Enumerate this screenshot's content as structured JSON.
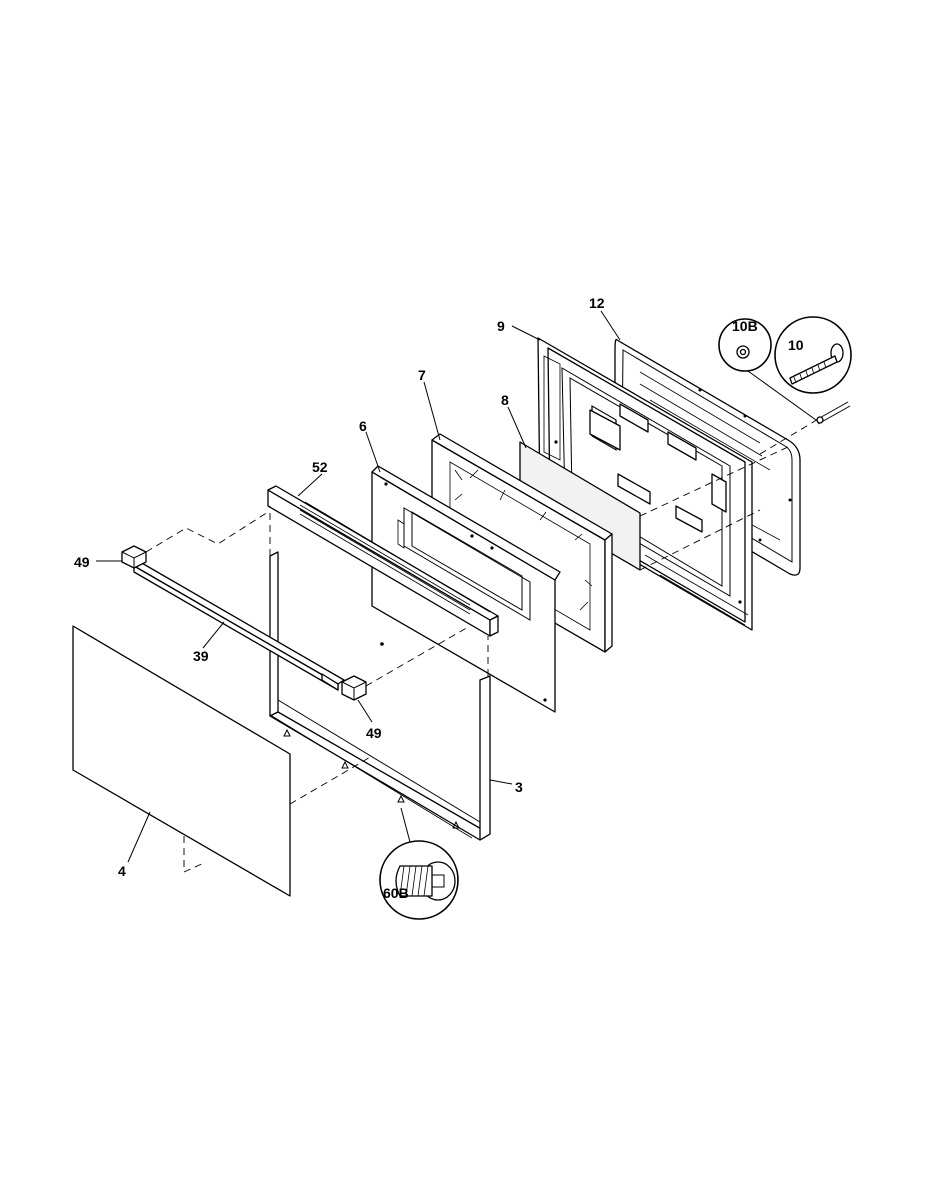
{
  "parts": {
    "p3": "3",
    "p4": "4",
    "p6": "6",
    "p7": "7",
    "p8": "8",
    "p9": "9",
    "p10": "10",
    "p10b": "10B",
    "p12": "12",
    "p39": "39",
    "p49a": "49",
    "p49b": "49",
    "p52": "52",
    "p60b": "60B"
  }
}
